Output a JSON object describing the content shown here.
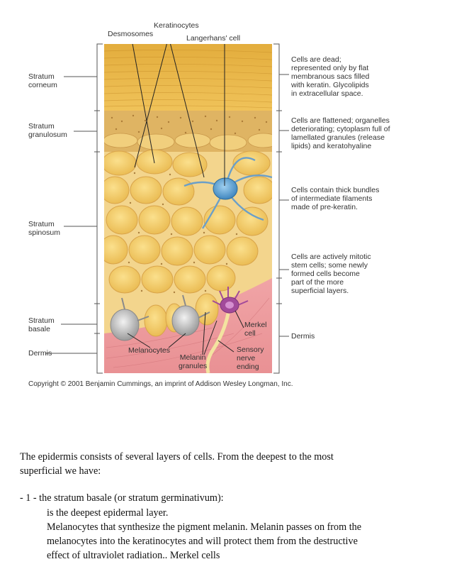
{
  "figure": {
    "top_labels": {
      "keratinocytes": "Keratinocytes",
      "desmosomes": "Desmosomes",
      "langerhans": "Langerhans' cell"
    },
    "left_labels": {
      "corneum": [
        "Stratum",
        "corneum"
      ],
      "granulosum": [
        "Stratum",
        "granulosum"
      ],
      "spinosum": [
        "Stratum",
        "spinosum"
      ],
      "basale": [
        "Stratum",
        "basale"
      ],
      "dermis": "Dermis"
    },
    "right_labels": {
      "corneum": [
        "Cells are dead;",
        "represented only by flat",
        "membranous sacs filled",
        "with keratin. Glycolipids",
        "in extracellular space."
      ],
      "granulosum": [
        "Cells are flattened; organelles",
        "deteriorating; cytoplasm full of",
        "lamellated granules (release",
        "lipids) and keratohyaline"
      ],
      "spinosum": [
        "Cells contain thick bundles",
        "of intermediate filaments",
        "made of pre-keratin."
      ],
      "basale": [
        "Cells are actively mitotic",
        "stem cells; some newly",
        "formed cells become",
        "part of the more",
        "superficial layers."
      ],
      "dermis": "Dermis"
    },
    "bottom_labels": {
      "merkel": [
        "Merkel",
        "cell"
      ],
      "melanocytes": "Melanocytes",
      "melanin": [
        "Melanin",
        "granules"
      ],
      "sensory": [
        "Sensory",
        "nerve",
        "ending"
      ]
    },
    "copyright": "Copyright © 2001 Benjamin Cummings, an imprint of Addison Wesley Longman, Inc.",
    "colors": {
      "corneum": "#e7b84e",
      "granular": "#ddb25f",
      "cell": "#f2cd6c",
      "cell_edge": "#d6a648",
      "dermis": "#ec9a9e",
      "langerhans": "#5e9fce",
      "merkel": "#a24a9a"
    }
  },
  "text": {
    "line1": "The epidermis consists of several layers of cells. From the deepest to the most",
    "line2": "superficial we have:",
    "line3": "- 1 - the stratum basale (or stratum germinativum):",
    "line4": "is the deepest epidermal layer.",
    "line5": "Melanocytes  that synthesize  the pigment melanin. Melanin passes on from the",
    "line6": "melanocytes  into the keratinocytes  and will protect them from the destructive",
    "line7": "effect of ultraviolet radiation..  Merkel cells"
  }
}
